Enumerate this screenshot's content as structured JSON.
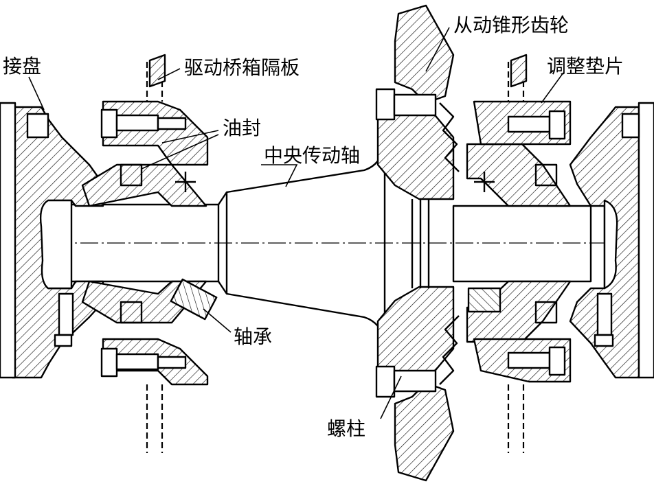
{
  "labels": {
    "flange": "接盘",
    "axle_housing_partition": "驱动桥箱隔板",
    "oil_seal": "油封",
    "central_drive_shaft": "中央传动轴",
    "driven_bevel_gear": "从动锥形齿轮",
    "shim": "调整垫片",
    "bearing": "轴承",
    "stud_bolt": "螺柱"
  }
}
